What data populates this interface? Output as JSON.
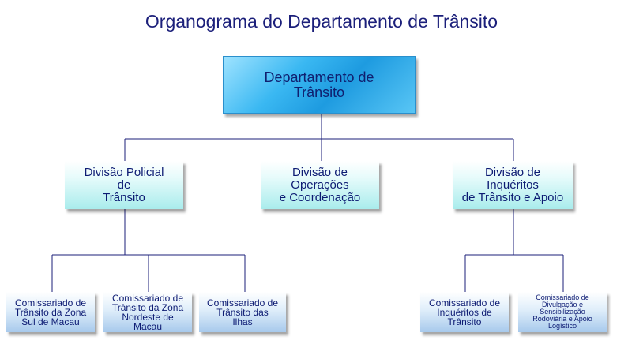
{
  "title": "Organograma do Departamento de Trânsito",
  "root": "Departamento de\nTrânsito",
  "divisions": [
    "Divisão Policial\nde\nTrânsito",
    "Divisão de\nOperações\ne Coordenação",
    "Divisão de\nInquéritos\nde Trânsito e Apoio"
  ],
  "units": [
    "Comissariado de\nTrânsito da Zona\nSul de Macau",
    "Comissariado de\nTrânsito da Zona\nNordeste de\nMacau",
    "Comissariado de\nTrânsito das\nIlhas",
    "Comissariado de\nInquéritos de\nTrânsito",
    "Comissariado de\nDivulgação e\nSensibilização\nRodoviária e Apoio\nLogístico"
  ],
  "colors": {
    "title": "#1b1f7a",
    "lines": "#1b1f7a",
    "root_fill": "#1e9be0",
    "division_fill": "#a9ecec",
    "unit_fill": "#a7c9ec"
  }
}
